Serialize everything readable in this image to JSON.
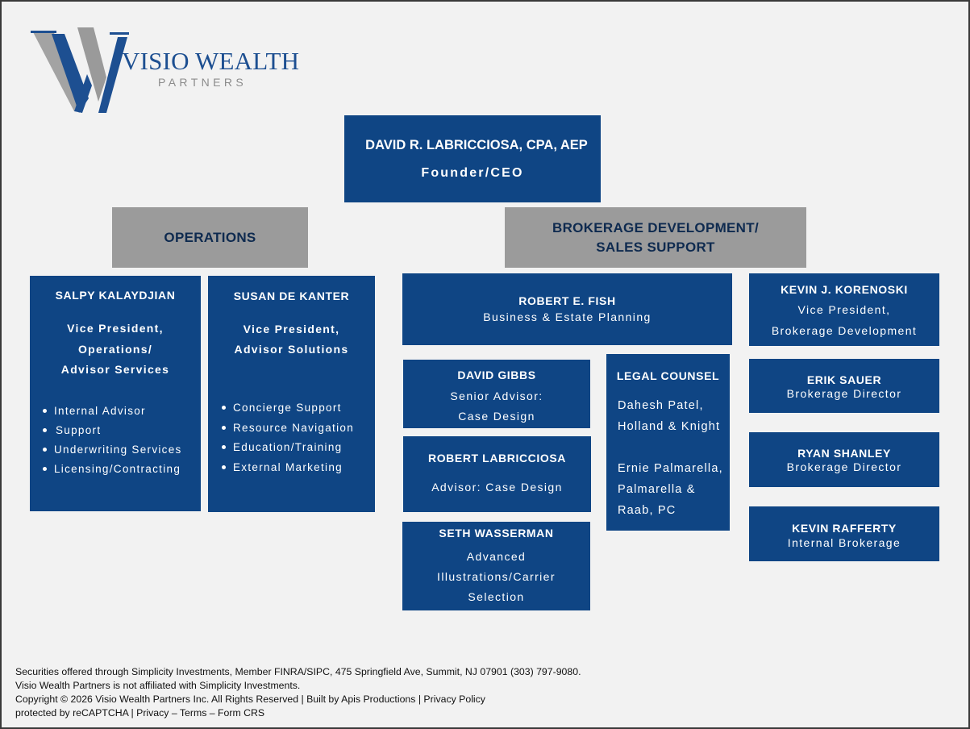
{
  "logo": {
    "name": "VISIO WEALTH",
    "sub": "PARTNERS",
    "colors": {
      "blue": "#1d4f91",
      "gray": "#a0a0a0"
    }
  },
  "ceo": {
    "name": "DAVID R. LABRICCIOSA, CPA, AEP",
    "title": "Founder/CEO"
  },
  "departments": {
    "operations": "OPERATIONS",
    "brokerage_line1": "BROKERAGE DEVELOPMENT/",
    "brokerage_line2": "SALES SUPPORT"
  },
  "salpy": {
    "name": "SALPY KALAYDJIAN",
    "title_lines": [
      "Vice President,",
      "Operations/",
      "Advisor Services"
    ],
    "items": [
      "Internal Advisor",
      "Support",
      "Underwriting Services",
      "Licensing/Contracting"
    ]
  },
  "susan": {
    "name": "SUSAN DE KANTER",
    "title_lines": [
      "Vice President,",
      "Advisor Solutions"
    ],
    "items": [
      "Concierge Support",
      "Resource Navigation",
      "Education/Training",
      "External Marketing"
    ]
  },
  "fish": {
    "name": "ROBERT E. FISH",
    "title": "Business & Estate Planning"
  },
  "gibbs": {
    "name": "DAVID GIBBS",
    "title_lines": [
      "Senior Advisor:",
      "Case Design"
    ]
  },
  "rlab": {
    "name": "ROBERT LABRICCIOSA",
    "title": "Advisor: Case Design"
  },
  "seth": {
    "name": "SETH WASSERMAN",
    "title_lines": [
      "Advanced",
      "Illustrations/Carrier",
      "Selection"
    ]
  },
  "legal": {
    "name": "LEGAL COUNSEL",
    "lines_a": [
      "Dahesh Patel,",
      "Holland & Knight"
    ],
    "lines_b": [
      "Ernie Palmarella,",
      "Palmarella &",
      "Raab, PC"
    ]
  },
  "korenoski": {
    "name": "KEVIN J. KORENOSKI",
    "title_lines": [
      "Vice President,",
      "Brokerage Development"
    ]
  },
  "sauer": {
    "name": "ERIK SAUER",
    "title": "Brokerage Director"
  },
  "shanley": {
    "name": "RYAN SHANLEY",
    "title": "Brokerage Director"
  },
  "rafferty": {
    "name": "KEVIN RAFFERTY",
    "title": "Internal Brokerage"
  },
  "footer": {
    "line1": "Securities offered through Simplicity Investments, Member FINRA/SIPC, 475 Springfield Ave, Summit, NJ 07901 (303) 797-9080.",
    "line2": "Visio Wealth Partners is not affiliated with Simplicity Investments.",
    "line3": "Copyright © 2026 Visio Wealth Partners Inc. All Rights Reserved | Built by Apis Productions | Privacy Policy",
    "line4": "protected by reCAPTCHA | Privacy – Terms – Form CRS"
  }
}
